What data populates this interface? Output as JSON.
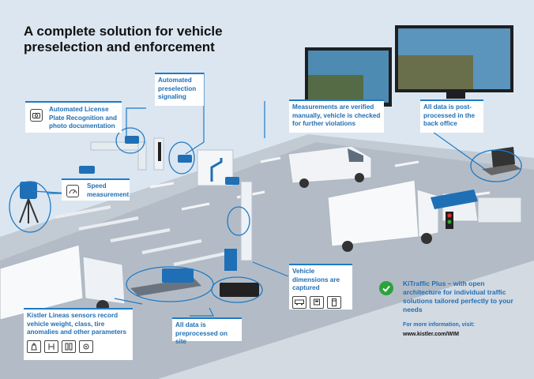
{
  "title": "A complete solution for vehicle preselection and enforcement",
  "callouts": {
    "anpr": "Automated License Plate Recognition and photo documentation",
    "signaling": "Automated preselection signaling",
    "speed": "Speed measurement",
    "verified": "Measurements are verified manually, vehicle is checked for further violations",
    "postprocessed": "All data is post-processed in the back office",
    "dimensions": "Vehicle dimensions are captured",
    "lineas": "Kistler Lineas sensors record vehicle weight, class, tire anomalies and other parameters",
    "preprocessed": "All data is preprocessed on site"
  },
  "icons": {
    "anpr": "camera-icon",
    "speed": "speedometer-icon",
    "dimensions": [
      "vehicle-side-icon",
      "vehicle-front-icon",
      "vehicle-top-icon"
    ],
    "lineas": [
      "weight-icon",
      "axle-class-icon",
      "tire-icon",
      "parameters-icon"
    ]
  },
  "kitraffic": {
    "headline": "KiTraffic Plus – with open architecture for individual traffic solutions tailored perfectly to your needs",
    "info_label": "For more information, visit:",
    "url": "www.kistler.com/WIM"
  },
  "colors": {
    "accent_blue": "#1f6fb6",
    "line_blue": "#1f7ac4",
    "check_green": "#2aa33a",
    "road_gray": "#aab3bd",
    "background": "#dbe6f1"
  }
}
